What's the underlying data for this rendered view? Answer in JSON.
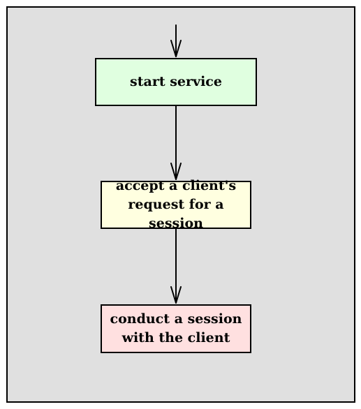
{
  "colors": {
    "background": "#e0e0e0",
    "border": "#000000",
    "start_fill": "#e0ffe0",
    "accept_fill": "#ffffe0",
    "conduct_fill": "#ffe0e0"
  },
  "nodes": {
    "start": {
      "label": "start service"
    },
    "accept": {
      "label": "accept a client's\nrequest for a session"
    },
    "conduct": {
      "label": "conduct a session\nwith the client"
    }
  }
}
